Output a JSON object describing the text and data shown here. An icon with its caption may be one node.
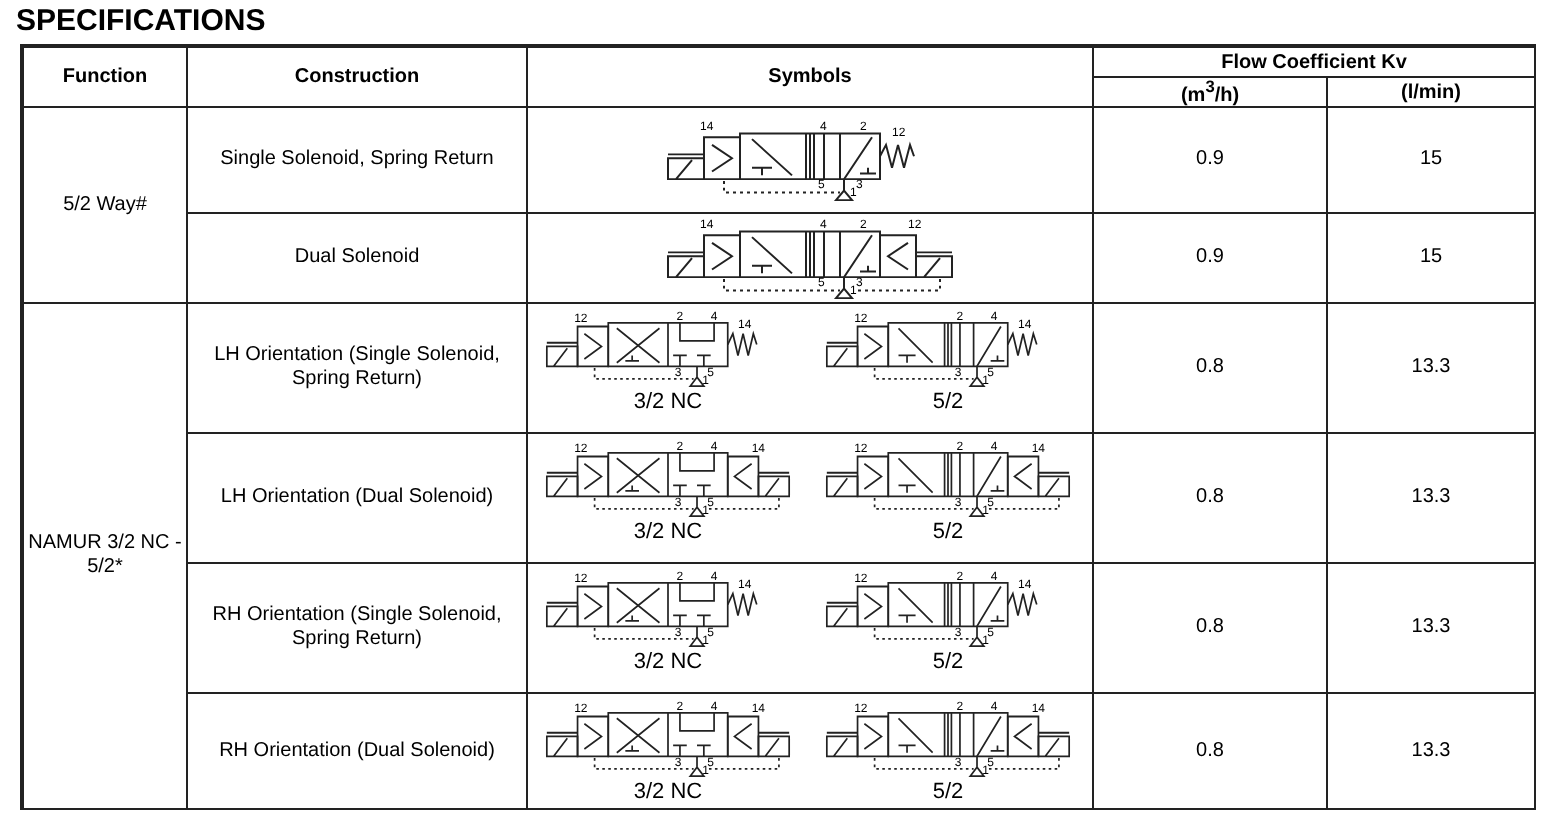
{
  "diagram": {
    "title": "SPECIFICATIONS",
    "labels": [
      "Function",
      "Construction",
      "Symbols",
      "Flow Coefficient Kv",
      "(m$^{3}$/h)",
      "(l/min)",
      "5/2 Way#",
      "Single Solenoid, Spring Return",
      "14",
      "4",
      "2",
      "12",
      "5",
      "3",
      "1",
      "0.9",
      "15",
      "Dual Solenoid",
      "14",
      "4",
      "2",
      "12",
      "5",
      "3",
      "1",
      "0.9",
      "15",
      "NAMUR 3/2 NC - 5/2*",
      "LH Orientation (Single Solenoid, Spring Return)",
      "12",
      "2",
      "4",
      "14",
      "3",
      "5",
      "1",
      "3/2 NC",
      "12",
      "2",
      "4",
      "14",
      "3",
      "5",
      "1",
      "5/2",
      "0.8",
      "13.3",
      "LH Orientation (Dual Solenoid)",
      "12",
      "2",
      "4",
      "14",
      "3",
      "5",
      "1",
      "3/2 NC",
      "12",
      "2",
      "4",
      "14",
      "3",
      "5",
      "1",
      "5/2",
      "0.8",
      "13.3",
      "RH Orientation (Single Solenoid, Spring Return)",
      "12",
      "2",
      "4",
      "14",
      "3",
      "5",
      "1",
      "3/2 NC",
      "12",
      "2",
      "4",
      "14",
      "3",
      "5",
      "1",
      "5/2",
      "0.8",
      "13.3",
      "RH Orientation (Dual Solenoid)",
      "12",
      "2",
      "4",
      "14",
      "3",
      "5",
      "1",
      "3/2 NC",
      "12",
      "2",
      "4",
      "14",
      "3",
      "5",
      "1",
      "5/2",
      "0.8",
      "13.3"
    ]
  }
}
